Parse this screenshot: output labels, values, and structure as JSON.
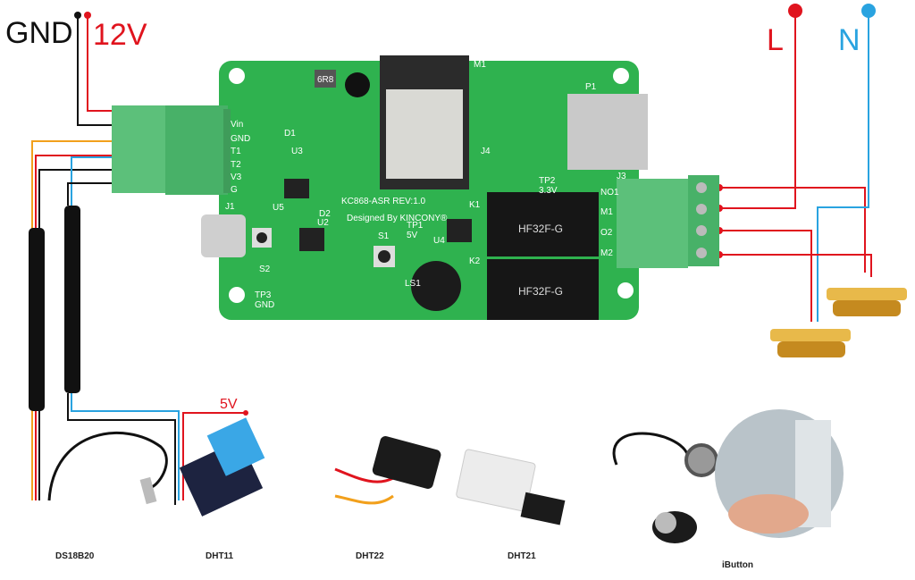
{
  "power_labels": {
    "gnd": "GND",
    "v12": "12V",
    "live": "L",
    "neutral": "N",
    "v5": "5V"
  },
  "colors": {
    "pcb": "#2fb24f",
    "terminal": "#5cc07a",
    "red_wire": "#e0141e",
    "blue_wire": "#29a3e0",
    "black_wire": "#111111",
    "sensor_blue": "#3aa7e6"
  },
  "board": {
    "model": "KC868-ASR  REV:1.0",
    "designer": "Designed By KINCONY®",
    "left_terminal": [
      "Vin",
      "GND",
      "T1",
      "T2",
      "V3",
      "G"
    ],
    "right_terminal_header": "J3",
    "right_terminal": [
      "NO1",
      "M1",
      "O2",
      "M2"
    ],
    "tp1": [
      "TP1",
      "5V"
    ],
    "tp2": [
      "TP2",
      "3.3V"
    ],
    "tp3": [
      "TP3",
      "GND"
    ],
    "parts": [
      "M1",
      "P1",
      "J1",
      "J4",
      "K1",
      "K2",
      "U4",
      "LS1",
      "S1",
      "S2",
      "D1",
      "D2",
      "U2",
      "U3",
      "U5",
      "6R8"
    ]
  },
  "sensors": [
    "DS18B20",
    "DHT11",
    "DHT22",
    "DHT21",
    "iButton"
  ]
}
